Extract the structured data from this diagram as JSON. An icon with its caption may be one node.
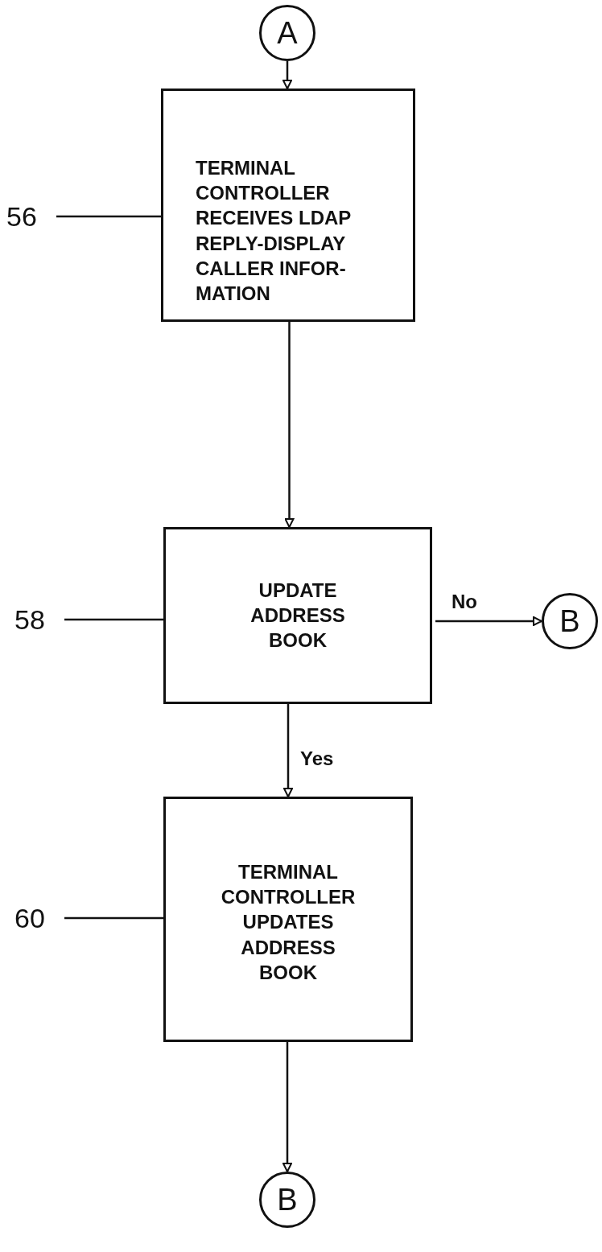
{
  "diagram": {
    "nodes": [
      {
        "text": [
          "A"
        ]
      },
      {
        "text": [
          "TERMINAL CONTROLLER RECEIVES LDAP REPLY-DISPLAY CALLER INFOR- MATION"
        ]
      },
      {
        "text": [
          "UPDATE ADDRESS BOOK"
        ]
      },
      {
        "text": [
          "TERMINAL CONTROLLER UPDATES ADDRESS BOOK"
        ]
      },
      {
        "text": [
          "B"
        ]
      },
      {
        "text": [
          "B"
        ]
      },
      {
        "text": [
          "56"
        ]
      },
      {
        "text": [
          "58"
        ]
      },
      {
        "text": [
          "60"
        ]
      }
    ],
    "edges": [
      {
        "from": 0,
        "to": 1,
        "arrow": "to"
      },
      {
        "from": 1,
        "to": 2,
        "arrow": "to"
      },
      {
        "from": 2,
        "to": 4,
        "arrow": "to",
        "label": "No"
      },
      {
        "from": 2,
        "to": 3,
        "arrow": "to",
        "label": "Yes"
      },
      {
        "from": 3,
        "to": 5,
        "arrow": "to"
      },
      {
        "from": 6,
        "to": 1,
        "arrow": "none"
      },
      {
        "from": 7,
        "to": 2,
        "arrow": "none"
      },
      {
        "from": 8,
        "to": 3,
        "arrow": "none"
      }
    ]
  }
}
